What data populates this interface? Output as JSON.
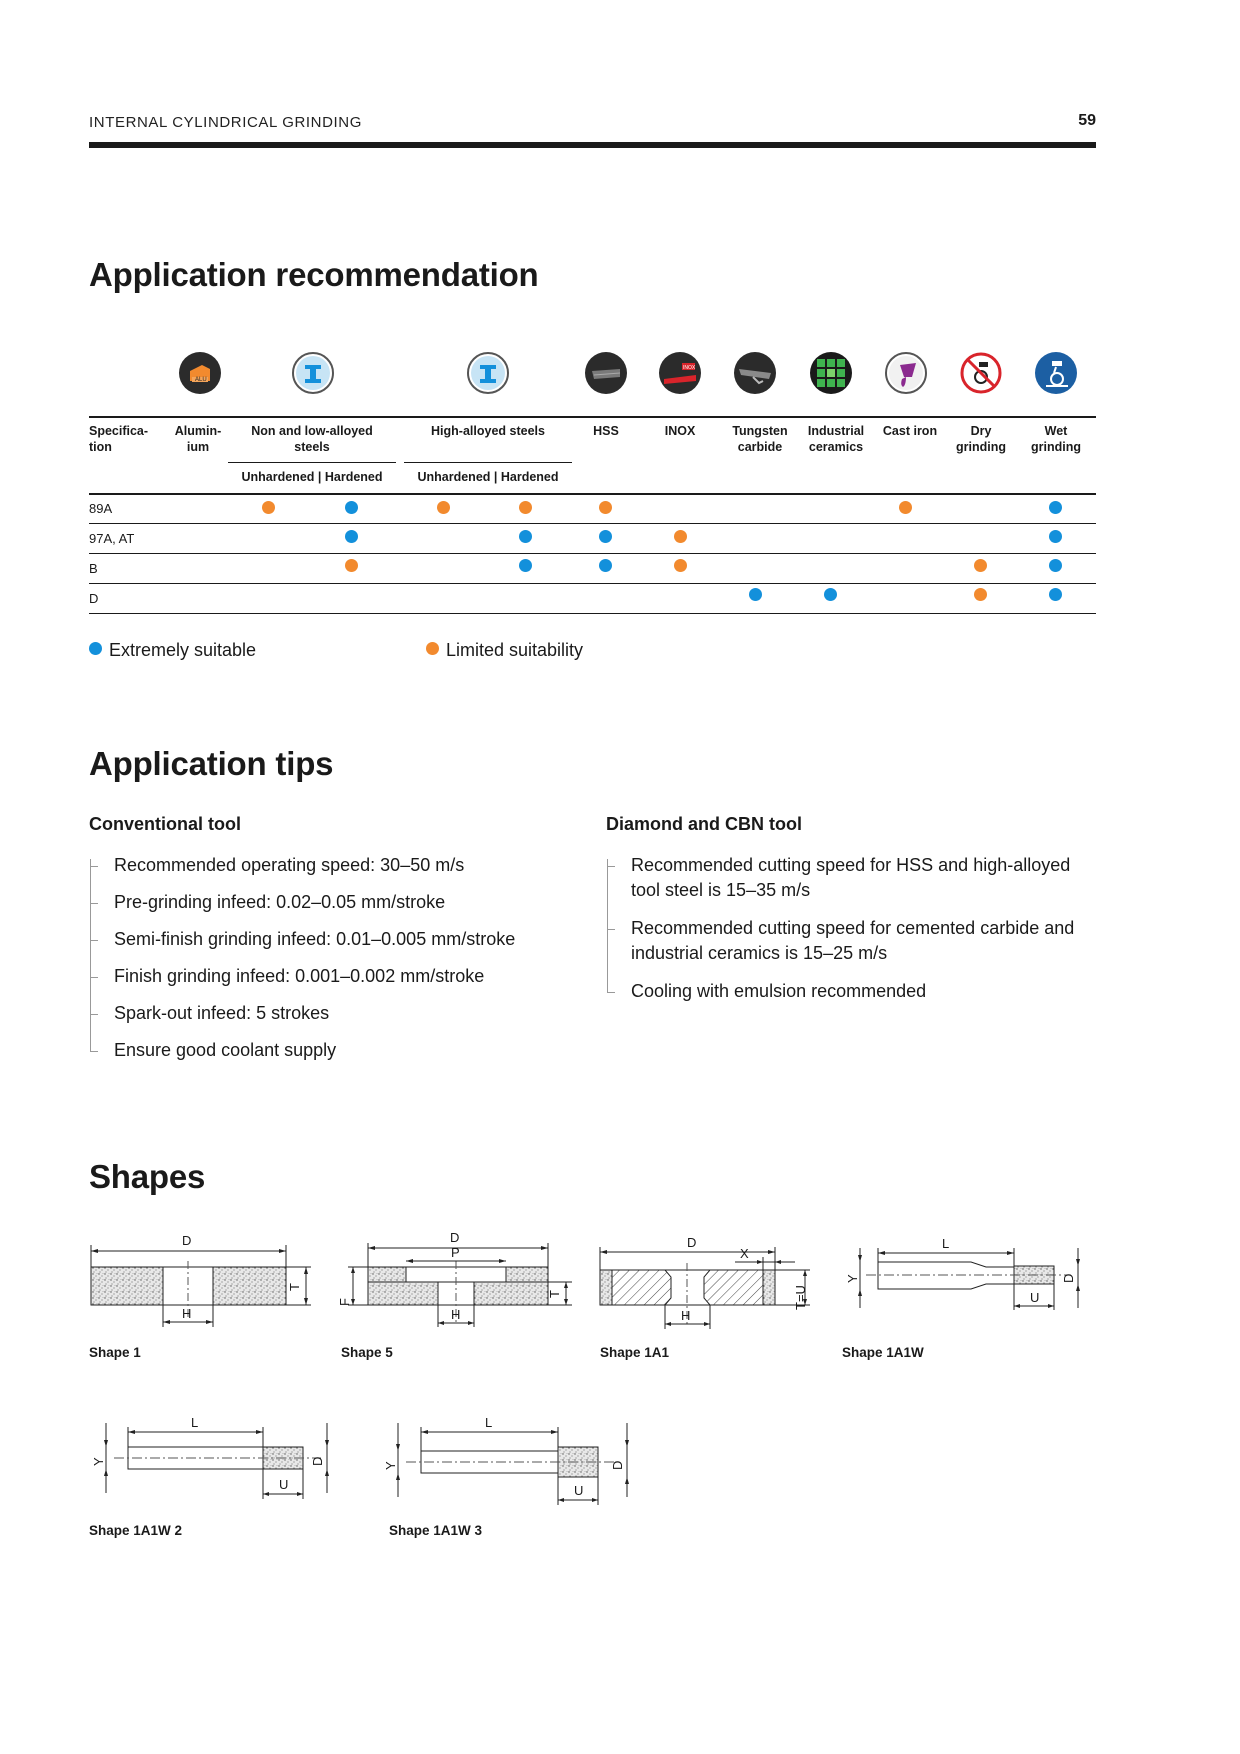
{
  "header": {
    "running_title": "INTERNAL CYLINDRICAL GRINDING",
    "page_number": "59"
  },
  "application": {
    "title": "Application recommendation",
    "columns": [
      {
        "label": "Specifica-\ntion"
      },
      {
        "label": "Alumin-\nium",
        "icon": "aluminium-icon"
      },
      {
        "label": "Non and low-alloyed\nsteels",
        "icon": "steel-beam-icon",
        "sub": "Unhardened | Hardened"
      },
      {
        "label": "High-alloyed steels",
        "icon": "steel-beam-icon",
        "sub": "Unhardened | Hardened"
      },
      {
        "label": "HSS",
        "icon": "hss-icon"
      },
      {
        "label": "INOX",
        "icon": "inox-icon"
      },
      {
        "label": "Tungsten\ncarbide",
        "icon": "tungsten-carbide-icon"
      },
      {
        "label": "Industrial\nceramics",
        "icon": "ceramics-icon"
      },
      {
        "label": "Cast iron",
        "icon": "cast-iron-icon"
      },
      {
        "label": "Dry\ngrinding",
        "icon": "dry-grinding-icon"
      },
      {
        "label": "Wet\ngrinding",
        "icon": "wet-grinding-icon"
      }
    ],
    "rows": [
      {
        "spec": "89A",
        "marks": {
          "low_unh": "orange",
          "low_hard": "blue",
          "high_unh": "orange",
          "high_hard": "orange",
          "hss": "orange",
          "cast": "orange",
          "wet": "blue"
        }
      },
      {
        "spec": "97A, AT",
        "marks": {
          "low_hard": "blue",
          "high_hard": "blue",
          "hss": "blue",
          "inox": "orange",
          "wet": "blue"
        }
      },
      {
        "spec": "B",
        "marks": {
          "low_hard": "orange",
          "high_hard": "blue",
          "hss": "blue",
          "inox": "orange",
          "dry": "orange",
          "wet": "blue"
        }
      },
      {
        "spec": "D",
        "marks": {
          "tungsten": "blue",
          "ceramics": "blue",
          "dry": "orange",
          "wet": "blue"
        }
      }
    ],
    "legend": {
      "blue": "Extremely suitable",
      "orange": "Limited suitability"
    },
    "colors": {
      "blue": "#1390db",
      "orange": "#f28a2e"
    }
  },
  "tips": {
    "title": "Application tips",
    "conventional": {
      "heading": "Conventional tool",
      "items": [
        "Recommended operating speed: 30–50 m/s",
        "Pre-grinding infeed: 0.02–0.05 mm/stroke",
        "Semi-finish grinding infeed: 0.01–0.005 mm/stroke",
        "Finish grinding infeed: 0.001–0.002 mm/stroke",
        "Spark-out infeed: 5 strokes",
        "Ensure good coolant supply"
      ]
    },
    "diamond": {
      "heading": "Diamond and CBN tool",
      "items": [
        "Recommended cutting speed for HSS and high-alloyed tool steel is 15–35 m/s",
        "Recommended cutting speed for cemented carbide and industrial ceramics is 15–25 m/s",
        "Cooling with emulsion recommended"
      ]
    }
  },
  "shapes": {
    "title": "Shapes",
    "items": [
      "Shape 1",
      "Shape 5",
      "Shape 1A1",
      "Shape 1A1W",
      "Shape 1A1W 2",
      "Shape 1A1W 3"
    ],
    "dim_letters": {
      "D": "D",
      "T": "T",
      "H": "H",
      "P": "P",
      "F": "F",
      "X": "X",
      "TU": "T=U",
      "L": "L",
      "Y": "Y",
      "U": "U"
    }
  }
}
